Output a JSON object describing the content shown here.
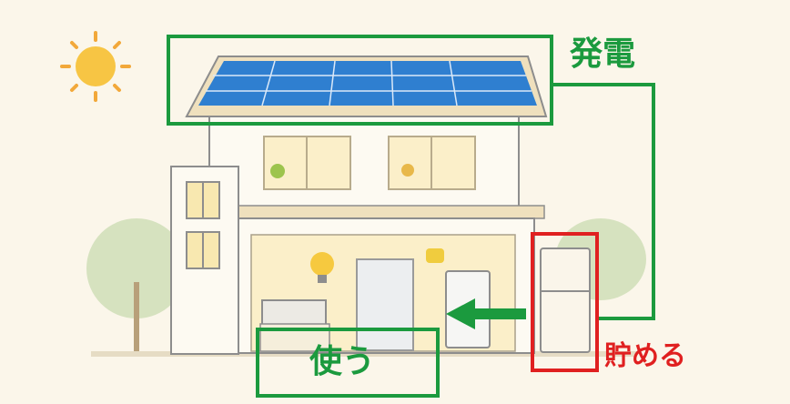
{
  "labels": {
    "generate": "発電",
    "use": "使う",
    "store": "貯める"
  },
  "colors": {
    "generate_accent": "#1b9a3e",
    "store_accent": "#e02020",
    "solar_panel": "#2f7fd0",
    "background": "#fbf6ea"
  }
}
